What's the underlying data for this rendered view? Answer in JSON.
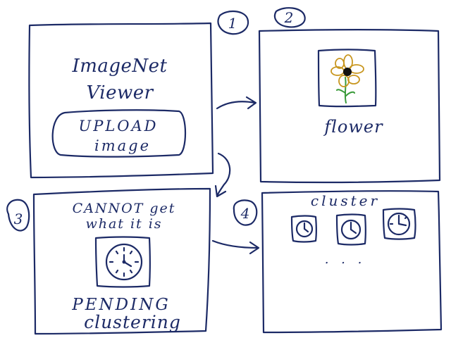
{
  "steps": [
    {
      "number": "1"
    },
    {
      "number": "2"
    },
    {
      "number": "3"
    },
    {
      "number": "4"
    }
  ],
  "panel1": {
    "title_line1": "ImageNet",
    "title_line2": "Viewer",
    "button_line1": "UPLOAD",
    "button_line2": "image"
  },
  "panel2": {
    "image_icon": "flower-icon",
    "label": "flower"
  },
  "panel3": {
    "message_line1": "CANNOT get",
    "message_line2": "what it is",
    "image_icon": "clock-icon",
    "status_line1": "PENDING",
    "status_line2": "clustering"
  },
  "panel4": {
    "label": "cluster",
    "image_icon": "clock-icon",
    "more": ". . ."
  },
  "colors": {
    "ink": "#1c2a66",
    "petal": "#c8961e",
    "stem": "#3a9a3a",
    "flower_center": "#111111"
  }
}
